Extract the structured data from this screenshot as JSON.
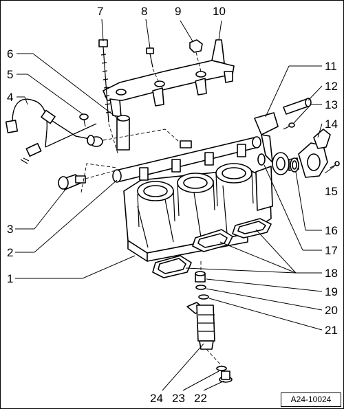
{
  "diagram": {
    "figure_id": "A24-10024",
    "callouts": [
      "1",
      "2",
      "3",
      "4",
      "5",
      "6",
      "7",
      "8",
      "9",
      "10",
      "11",
      "12",
      "13",
      "14",
      "15",
      "16",
      "17",
      "18",
      "19",
      "20",
      "21",
      "22",
      "23",
      "24"
    ]
  }
}
